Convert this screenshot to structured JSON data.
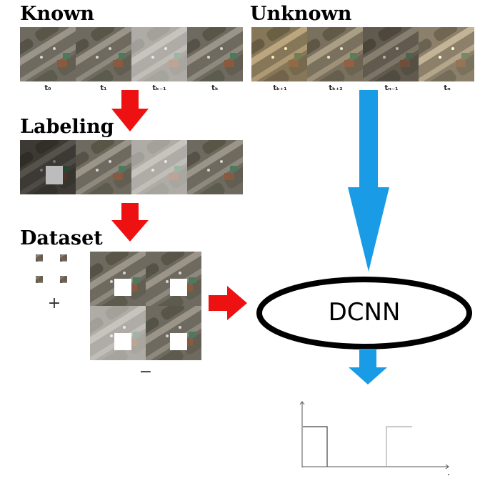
{
  "headings": {
    "known": "Known",
    "unknown": "Unknown",
    "labeling": "Labeling",
    "dataset": "Dataset"
  },
  "known_ticks": [
    "t₀",
    "t₁",
    "tₖ₋₁",
    "tₖ"
  ],
  "unknown_ticks": [
    "tₖ₊₁",
    "tₖ₊₂",
    "tₙ₋₁",
    "tₙ"
  ],
  "dataset": {
    "positive_sign": "+",
    "negative_sign": "−"
  },
  "model": {
    "label": "DCNN"
  },
  "colors": {
    "red_arrow": "#ee1111",
    "blue_arrow": "#1a9be6",
    "ellipse_stroke": "#000000"
  }
}
